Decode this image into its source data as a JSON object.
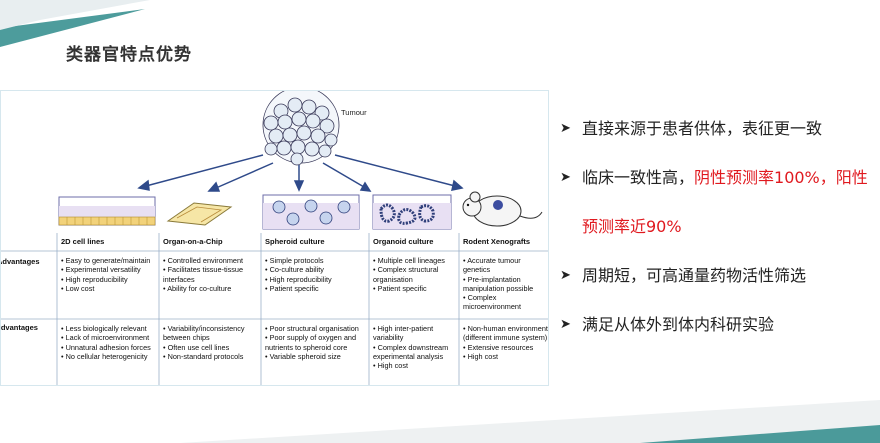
{
  "title": "类器官特点优势",
  "figure": {
    "tumour_label": "Tumour",
    "columns": [
      {
        "header": "2D cell lines",
        "advantages": [
          "Easy to generate/maintain",
          "Experimental versatility",
          "High reproducibility",
          "Low cost"
        ],
        "disadvantages": [
          "Less biologically relevant",
          "Lack of microenvironment",
          "Unnatural adhesion forces",
          "No cellular heterogenicity"
        ]
      },
      {
        "header": "Organ-on-a-Chip",
        "advantages": [
          "Controlled environment",
          "Facilitates tissue-tissue interfaces",
          "Ability for co-culture"
        ],
        "disadvantages": [
          "Variability/inconsistency between chips",
          "Often use cell lines",
          "Non-standard protocols"
        ]
      },
      {
        "header": "Spheroid culture",
        "advantages": [
          "Simple protocols",
          "Co-culture ability",
          "High reproducibility",
          "Patient specific"
        ],
        "disadvantages": [
          "Poor structural organisation",
          "Poor supply of oxygen and nutrients to spheroid core",
          "Variable spheroid size"
        ]
      },
      {
        "header": "Organoid culture",
        "advantages": [
          "Multiple cell lineages",
          "Complex structural organisation",
          "Patient specific"
        ],
        "disadvantages": [
          "High inter-patient variability",
          "Complex downstream experimental analysis",
          "High cost"
        ]
      },
      {
        "header": "Rodent Xenografts",
        "advantages": [
          "Accurate tumour genetics",
          "Pre-implantation manipulation possible",
          "Complex microenvironment"
        ],
        "disadvantages": [
          "Non-human environment (different immune system)",
          "Extensive resources",
          "High cost"
        ]
      }
    ],
    "row_labels": {
      "advantages": "Advantages",
      "disadvantages": "Disadvantages"
    }
  },
  "bullets": {
    "b1": "直接来源于患者供体，表征更一致",
    "b2_black": "临床一致性高，",
    "b2_red": "阴性预测率100%，阳性预测率近90%",
    "b3": "周期短，可高通量药物活性筛选",
    "b4": "满足从体外到体内科研实验"
  },
  "colors": {
    "accent_teal": "#2e8b8b",
    "red": "#e0191f"
  }
}
